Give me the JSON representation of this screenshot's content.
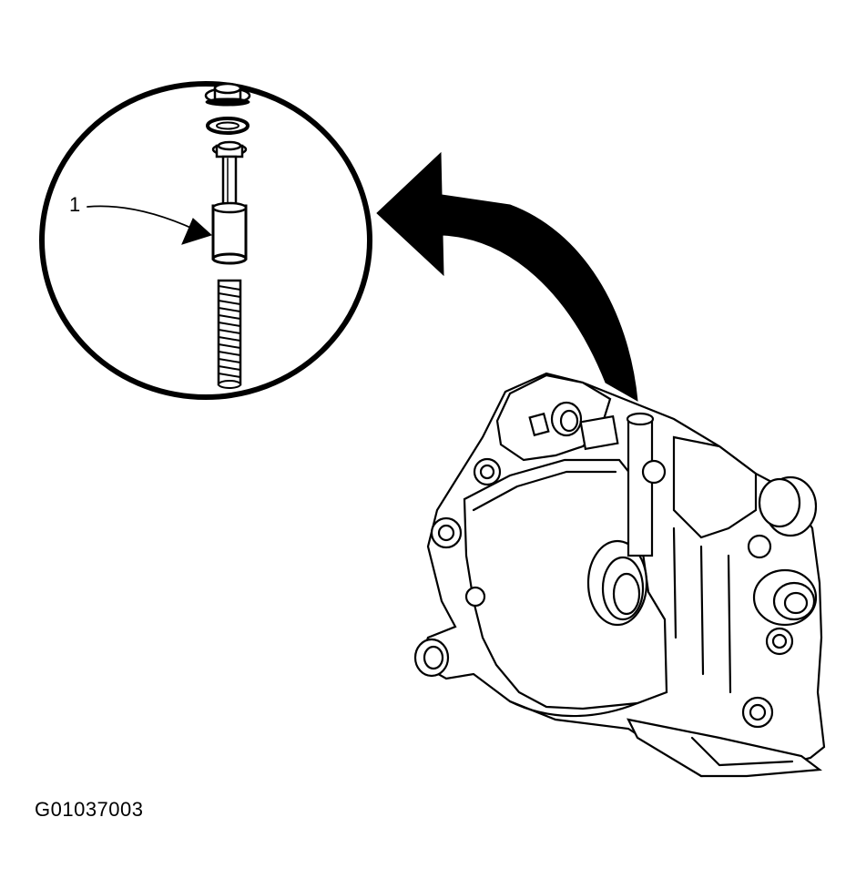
{
  "callout": {
    "label": "1"
  },
  "figure": {
    "id": "G01037003"
  },
  "parts": [
    "valve-cap",
    "washer",
    "valve-stem",
    "plunger",
    "spring",
    "oil-pump-housing"
  ]
}
